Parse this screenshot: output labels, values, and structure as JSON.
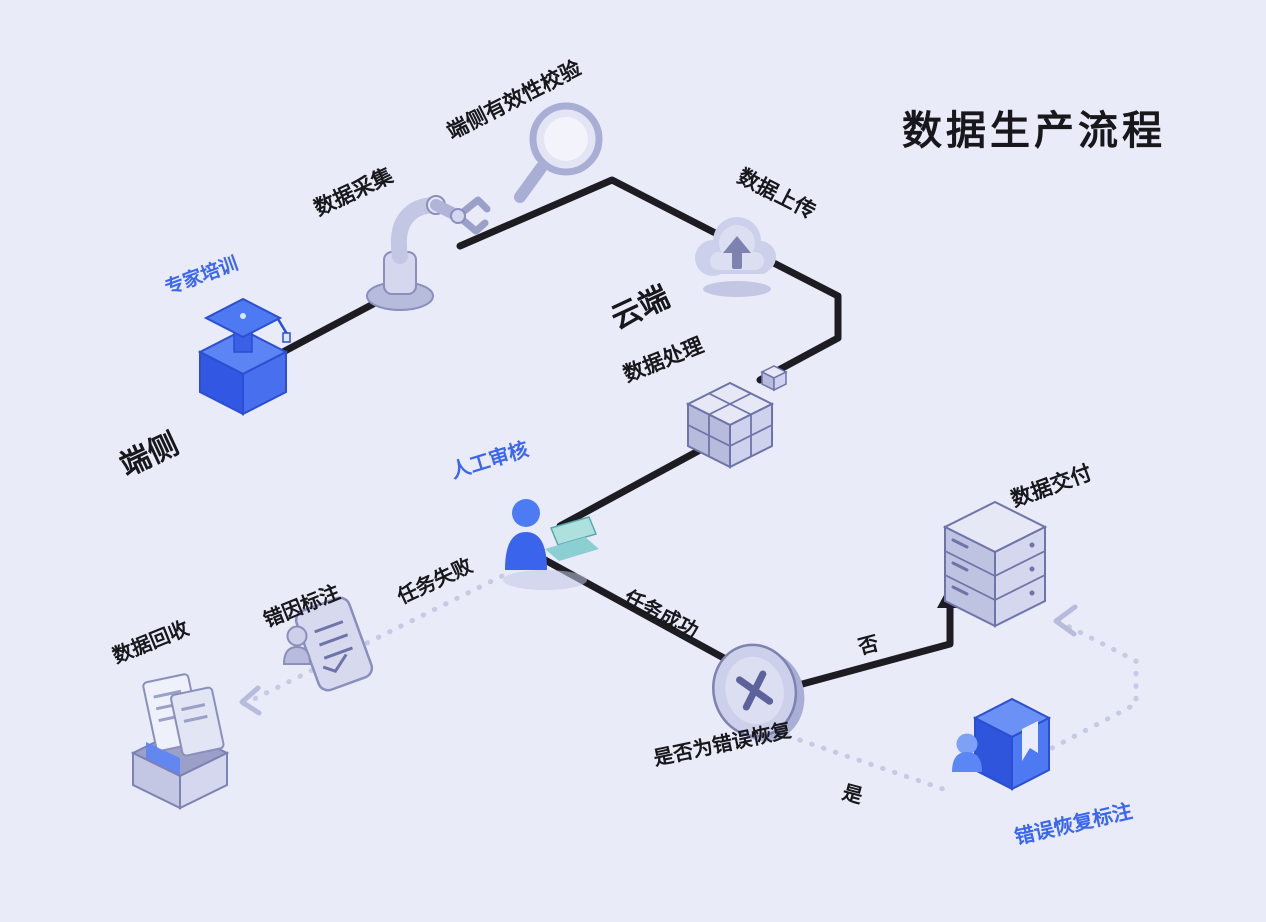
{
  "title": "数据生产流程",
  "colors": {
    "background": "#e9ebf8",
    "accent_blue": "#3b66f0",
    "line_dark": "#1c1c22",
    "dotted_gray": "#c7cae4",
    "lavender_light": "#e6e8f6",
    "lavender_mid": "#cdd0ea",
    "lavender_dark": "#b0b4d8",
    "outline": "#7d82b0",
    "text_dark": "#17171c"
  },
  "nodes": {
    "expert_training": "专家培训",
    "device_side": "端侧",
    "data_collection": "数据采集",
    "device_validation": "端侧有效性校验",
    "data_upload": "数据上传",
    "cloud": "云端",
    "data_processing": "数据处理",
    "manual_review": "人工审核",
    "task_failed": "任务失败",
    "task_success": "任务成功",
    "error_cause_annotation": "错因标注",
    "data_recycle": "数据回收",
    "decision": "是否为错误恢复",
    "no": "否",
    "yes": "是",
    "data_delivery": "数据交付",
    "error_recovery_annotation": "错误恢复标注"
  }
}
